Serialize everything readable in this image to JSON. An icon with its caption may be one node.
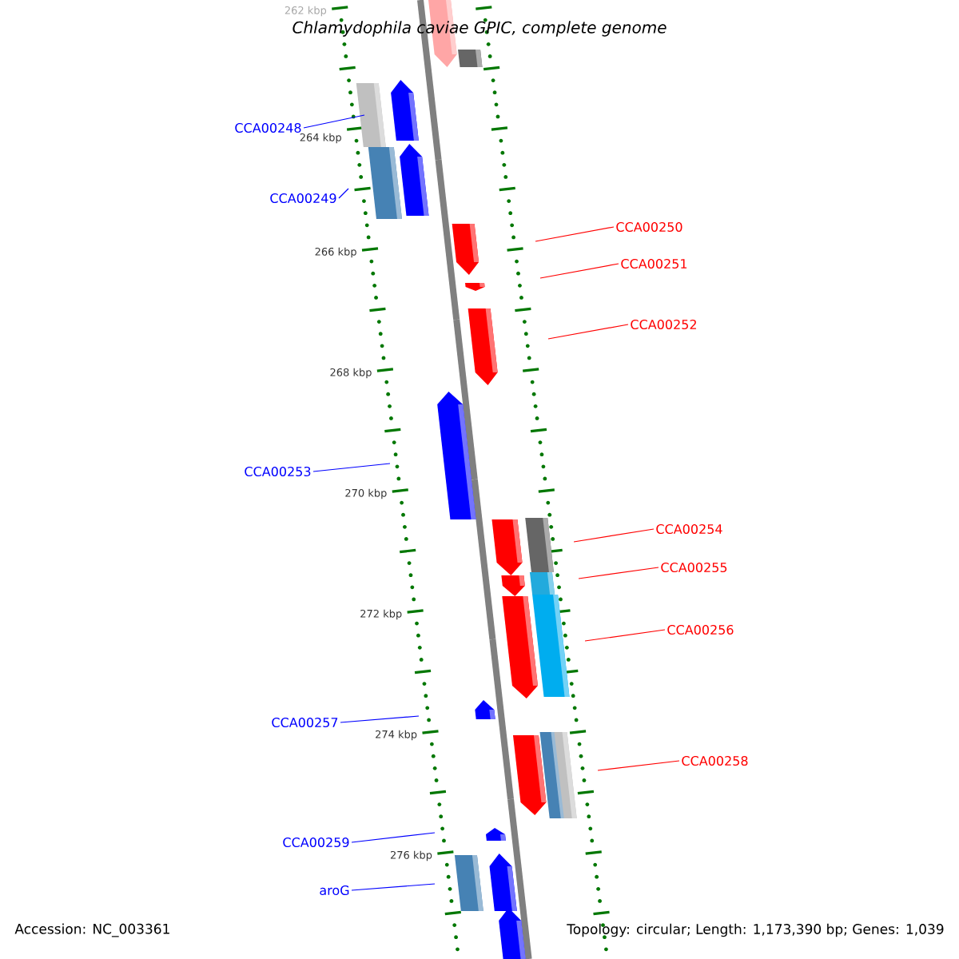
{
  "diagram": {
    "title": "Chlamydophila caviae GPIC, complete genome",
    "nodes": [
      {
        "text": [
          "CCA00248"
        ]
      },
      {
        "text": [
          "CCA00249"
        ]
      },
      {
        "text": [
          "CCA00250"
        ]
      },
      {
        "text": [
          "CCA00251"
        ]
      },
      {
        "text": [
          "CCA00252"
        ]
      },
      {
        "text": [
          "CCA00253"
        ]
      },
      {
        "text": [
          "CCA00254"
        ]
      },
      {
        "text": [
          "CCA00255"
        ]
      },
      {
        "text": [
          "CCA00256"
        ]
      },
      {
        "text": [
          "CCA00257"
        ]
      },
      {
        "text": [
          "CCA00258"
        ]
      },
      {
        "text": [
          "CCA00259"
        ]
      },
      {
        "text": [
          "aroG"
        ]
      }
    ],
    "edges": [
      {
        "from": 0,
        "to": null,
        "arrow": "none",
        "color": "#0000ff"
      },
      {
        "from": 1,
        "to": null,
        "arrow": "none",
        "color": "#0000ff"
      },
      {
        "from": 2,
        "to": null,
        "arrow": "none",
        "color": "#ff0000"
      },
      {
        "from": 3,
        "to": null,
        "arrow": "none",
        "color": "#ff0000"
      },
      {
        "from": 4,
        "to": null,
        "arrow": "none",
        "color": "#ff0000"
      },
      {
        "from": 5,
        "to": null,
        "arrow": "none",
        "color": "#0000ff"
      },
      {
        "from": 6,
        "to": null,
        "arrow": "none",
        "color": "#ff0000"
      },
      {
        "from": 7,
        "to": null,
        "arrow": "none",
        "color": "#ff0000"
      },
      {
        "from": 8,
        "to": null,
        "arrow": "none",
        "color": "#ff0000"
      },
      {
        "from": 9,
        "to": null,
        "arrow": "none",
        "color": "#0000ff"
      },
      {
        "from": 10,
        "to": null,
        "arrow": "none",
        "color": "#ff0000"
      },
      {
        "from": 11,
        "to": null,
        "arrow": "none",
        "color": "#0000ff"
      },
      {
        "from": 12,
        "to": null,
        "arrow": "none",
        "color": "#0000ff"
      }
    ],
    "labels": [
      "262 kbp",
      "264 kbp",
      "266 kbp",
      "268 kbp",
      "270 kbp",
      "272 kbp",
      "274 kbp",
      "276 kbp",
      "Accession: NC_003361",
      "Topology: circular; Length: 1,173,390 bp; Genes: 1,039"
    ]
  }
}
